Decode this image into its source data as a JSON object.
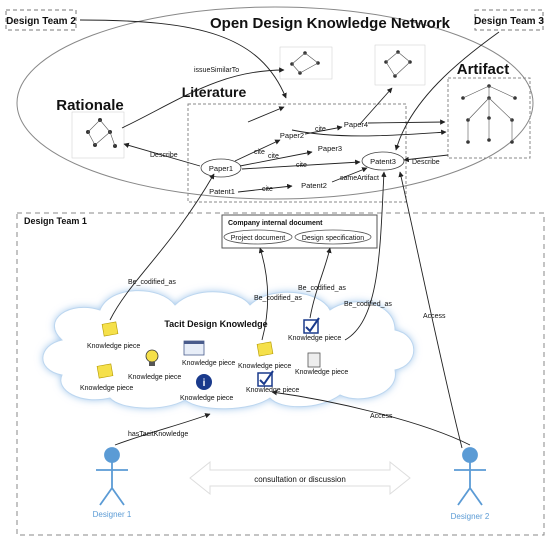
{
  "title": "Open Design Knowledge Network",
  "teams": {
    "team2": "Design Team 2",
    "team3": "Design Team 3",
    "team1": "Design Team 1"
  },
  "sections": {
    "rationale": "Rationale",
    "literature": "Literature",
    "artifact": "Artifact",
    "tacit": "Tacit Design Knowledge"
  },
  "nodes": {
    "paper1": "Paper1",
    "paper2": "Paper2",
    "paper3": "Paper3",
    "paper4": "Paper4",
    "patent1": "Patent1",
    "patent2": "Patent2",
    "patent3": "Patent3"
  },
  "relations": {
    "issue_similar_to": "issueSimilarTo",
    "cite": "cite",
    "describe": "Describe",
    "same_artifact": "sameArtifact",
    "be_codified_as": "Be_codified_as",
    "access": "Access",
    "has_tacit_knowledge": "hasTacitKnowledge"
  },
  "company_doc": {
    "title": "Company internal document",
    "project": "Project document",
    "spec": "Design specification"
  },
  "knowledge_piece": "Knowledge piece",
  "consultation": "consultation or discussion",
  "designers": {
    "d1": "Designer 1",
    "d2": "Designer 2"
  },
  "colors": {
    "designer": "#5b9bd5",
    "cloud_glow": "#9cc3ea",
    "line": "#222222",
    "dash": "#888888",
    "sticky": "#f5e04a",
    "info": "#1a3a8c"
  }
}
